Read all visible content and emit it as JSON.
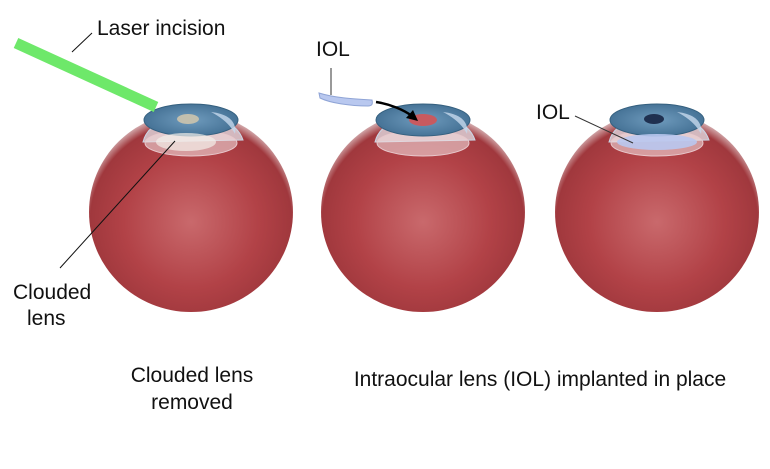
{
  "labels": {
    "laser_incision": "Laser incision",
    "iol_1": "IOL",
    "iol_2": "IOL",
    "clouded_lens_line1": "Clouded",
    "clouded_lens_line2": "lens"
  },
  "captions": {
    "step1_line1": "Clouded lens",
    "step1_line2": "removed",
    "step2": "Intraocular lens (IOL) implanted in place"
  },
  "colors": {
    "eyeball": "#b8454a",
    "iris": "#4f7fa3",
    "laser": "#6ee86a",
    "iol": "#b9c8ef"
  }
}
